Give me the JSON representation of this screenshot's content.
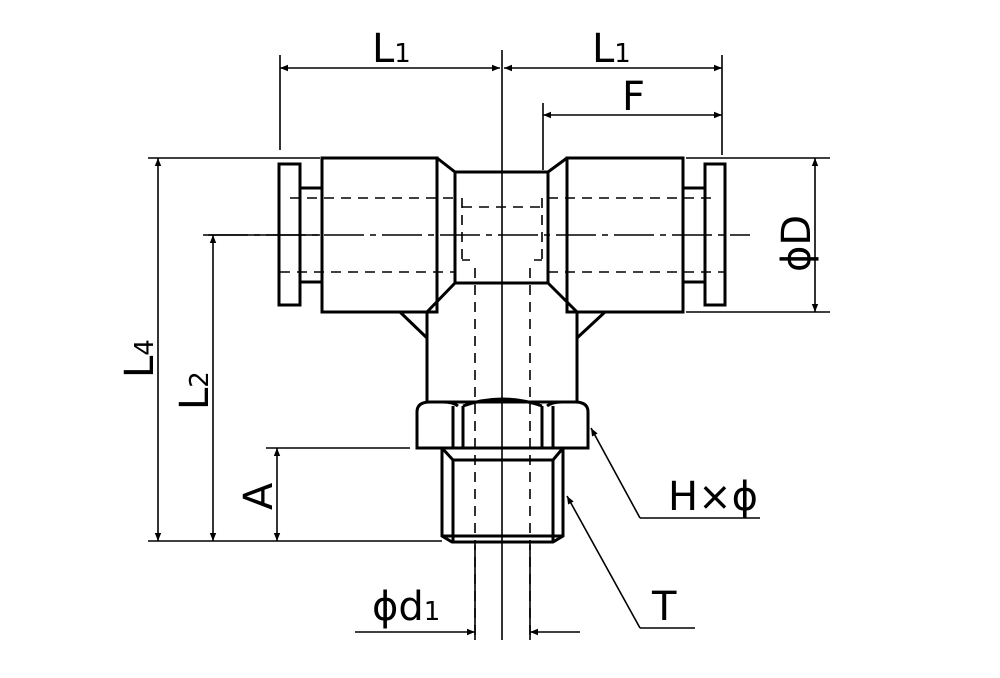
{
  "labels": {
    "l1_left": {
      "main": "L",
      "sub": "1"
    },
    "l1_right": {
      "main": "L",
      "sub": "1"
    },
    "f": "F",
    "l4": {
      "main": "L",
      "sub": "4"
    },
    "l2": {
      "main": "L",
      "sub": "2"
    },
    "a": "A",
    "phi_d": "ϕD",
    "hex": "H×ϕ",
    "thread": "T",
    "phi_d1": {
      "main": "ϕd",
      "sub": "1"
    }
  }
}
